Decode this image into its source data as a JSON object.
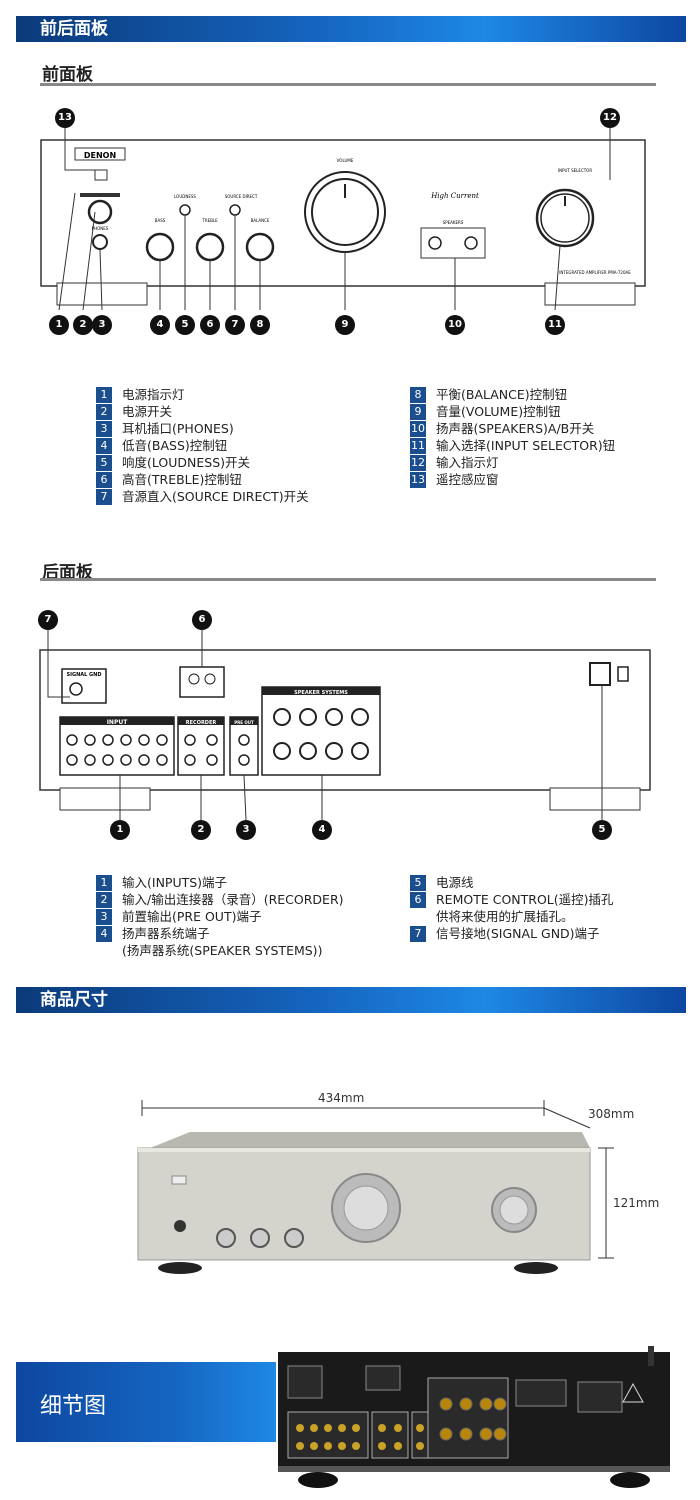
{
  "sections": {
    "front_rear": "前后面板",
    "front": "前面板",
    "rear": "后面板",
    "dimensions": "商品尺寸",
    "detail": "细节图"
  },
  "front_legend_left": [
    {
      "n": "1",
      "t": "电源指示灯"
    },
    {
      "n": "2",
      "t": "电源开关"
    },
    {
      "n": "3",
      "t": "耳机插口(PHONES)"
    },
    {
      "n": "4",
      "t": "低音(BASS)控制钮"
    },
    {
      "n": "5",
      "t": "响度(LOUDNESS)开关"
    },
    {
      "n": "6",
      "t": "高音(TREBLE)控制钮"
    },
    {
      "n": "7",
      "t": "音源直入(SOURCE DIRECT)开关"
    }
  ],
  "front_legend_right": [
    {
      "n": "8",
      "t": "平衡(BALANCE)控制钮"
    },
    {
      "n": "9",
      "t": "音量(VOLUME)控制钮"
    },
    {
      "n": "10",
      "t": "扬声器(SPEAKERS)A/B开关"
    },
    {
      "n": "11",
      "t": "输入选择(INPUT SELECTOR)钮"
    },
    {
      "n": "12",
      "t": "输入指示灯"
    },
    {
      "n": "13",
      "t": "遥控感应窗"
    }
  ],
  "rear_legend_left": [
    {
      "n": "1",
      "t": "输入(INPUTS)端子"
    },
    {
      "n": "2",
      "t": "输入/输出连接器（录音）(RECORDER)"
    },
    {
      "n": "3",
      "t": "前置输出(PRE OUT)端子"
    },
    {
      "n": "4",
      "t": "扬声器系统端子"
    },
    {
      "n": "",
      "t": "(扬声器系统(SPEAKER SYSTEMS))"
    }
  ],
  "rear_legend_right": [
    {
      "n": "5",
      "t": "电源线"
    },
    {
      "n": "6",
      "t": "REMOTE CONTROL(遥控)插孔"
    },
    {
      "n": "",
      "t": "供将来使用的扩展插孔。"
    },
    {
      "n": "7",
      "t": "信号接地(SIGNAL GND)端子"
    }
  ],
  "front_panel_labels": {
    "brand": "DENON",
    "volume": "VOLUME",
    "input_selector": "INPUT SELECTOR",
    "loudness": "LOUDNESS",
    "source_direct": "SOURCE DIRECT",
    "bass": "BASS",
    "treble": "TREBLE",
    "balance": "BALANCE",
    "phones": "PHONES",
    "speakers": "SPEAKERS",
    "model": "INTEGRATED AMPLIFIER PMA-720AE"
  },
  "rear_panel_labels": {
    "signal_gnd": "SIGNAL GND",
    "input": "INPUT",
    "recorder": "RECORDER",
    "pre_out": "PRE OUT",
    "speaker_systems": "SPEAKER SYSTEMS"
  },
  "dimensions": {
    "width": "434mm",
    "depth": "308mm",
    "height": "121mm"
  },
  "front_callouts": [
    "13",
    "12",
    "1",
    "2",
    "3",
    "4",
    "5",
    "6",
    "7",
    "8",
    "9",
    "10",
    "11"
  ],
  "rear_callouts": [
    "7",
    "6",
    "1",
    "2",
    "3",
    "4",
    "5"
  ]
}
